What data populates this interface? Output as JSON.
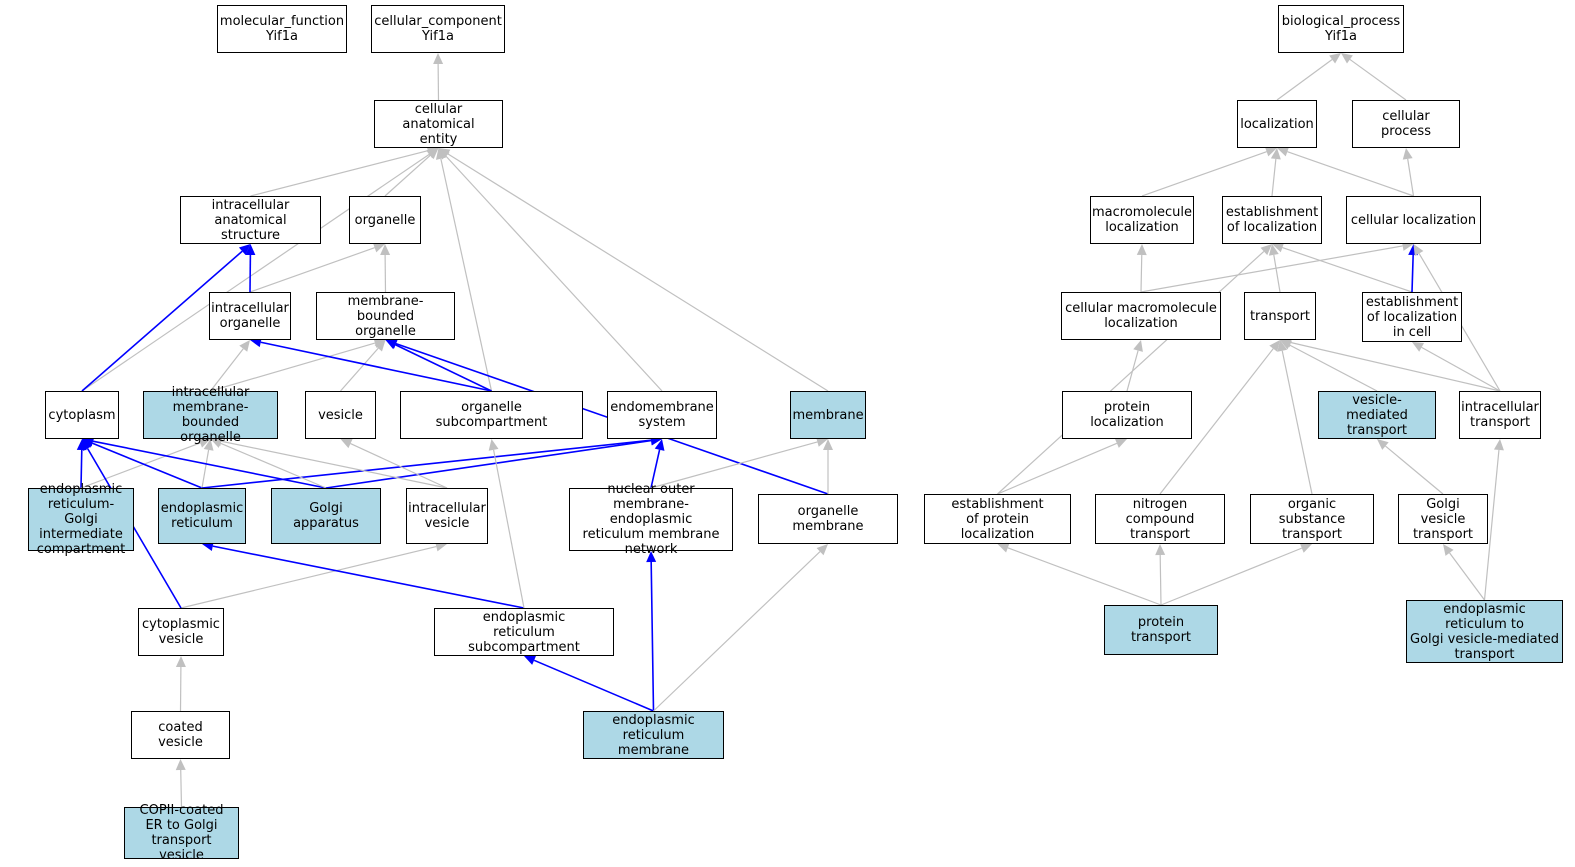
{
  "colors": {
    "highlight": "#add8e6",
    "default_edge": "#c0c0c0",
    "key_edge": "#0000ff",
    "node_border": "#000000"
  },
  "nodes": [
    {
      "id": "mf",
      "label": "molecular_function\nYif1a",
      "highlight": false
    },
    {
      "id": "cc",
      "label": "cellular_component\nYif1a",
      "highlight": false
    },
    {
      "id": "cae",
      "label": "cellular anatomical\nentity",
      "highlight": false
    },
    {
      "id": "ias",
      "label": "intracellular\nanatomical structure",
      "highlight": false
    },
    {
      "id": "org",
      "label": "organelle",
      "highlight": false
    },
    {
      "id": "io",
      "label": "intracellular\norganelle",
      "highlight": false
    },
    {
      "id": "mbo",
      "label": "membrane-bounded\norganelle",
      "highlight": false
    },
    {
      "id": "cyto",
      "label": "cytoplasm",
      "highlight": false
    },
    {
      "id": "imbo",
      "label": "intracellular\nmembrane-bounded\norganelle",
      "highlight": true
    },
    {
      "id": "ves",
      "label": "vesicle",
      "highlight": false
    },
    {
      "id": "osc",
      "label": "organelle subcompartment",
      "highlight": false
    },
    {
      "id": "ems",
      "label": "endomembrane\nsystem",
      "highlight": false
    },
    {
      "id": "mem",
      "label": "membrane",
      "highlight": true
    },
    {
      "id": "ergic",
      "label": "endoplasmic\nreticulum-Golgi\nintermediate\ncompartment",
      "highlight": true
    },
    {
      "id": "er",
      "label": "endoplasmic\nreticulum",
      "highlight": true
    },
    {
      "id": "golgi",
      "label": "Golgi apparatus",
      "highlight": true
    },
    {
      "id": "iv",
      "label": "intracellular\nvesicle",
      "highlight": false
    },
    {
      "id": "nomer",
      "label": "nuclear outer\nmembrane-endoplasmic\nreticulum membrane\nnetwork",
      "highlight": false
    },
    {
      "id": "om",
      "label": "organelle membrane",
      "highlight": false
    },
    {
      "id": "cv",
      "label": "cytoplasmic\nvesicle",
      "highlight": false
    },
    {
      "id": "ersc",
      "label": "endoplasmic\nreticulum subcompartment",
      "highlight": false
    },
    {
      "id": "coated",
      "label": "coated vesicle",
      "highlight": false
    },
    {
      "id": "erm",
      "label": "endoplasmic\nreticulum membrane",
      "highlight": true
    },
    {
      "id": "copii",
      "label": "COPII-coated\nER to Golgi\ntransport vesicle",
      "highlight": true
    },
    {
      "id": "bp",
      "label": "biological_process\nYif1a",
      "highlight": false
    },
    {
      "id": "loc",
      "label": "localization",
      "highlight": false
    },
    {
      "id": "cp",
      "label": "cellular process",
      "highlight": false
    },
    {
      "id": "ml",
      "label": "macromolecule\nlocalization",
      "highlight": false
    },
    {
      "id": "eol",
      "label": "establishment\nof localization",
      "highlight": false
    },
    {
      "id": "cl",
      "label": "cellular localization",
      "highlight": false
    },
    {
      "id": "cml",
      "label": "cellular macromolecule\nlocalization",
      "highlight": false
    },
    {
      "id": "tr",
      "label": "transport",
      "highlight": false
    },
    {
      "id": "eolc",
      "label": "establishment\nof localization\nin cell",
      "highlight": false
    },
    {
      "id": "pl",
      "label": "protein localization",
      "highlight": false
    },
    {
      "id": "vmt",
      "label": "vesicle-mediated\ntransport",
      "highlight": true
    },
    {
      "id": "it",
      "label": "intracellular\ntransport",
      "highlight": false
    },
    {
      "id": "epl",
      "label": "establishment\nof protein localization",
      "highlight": false
    },
    {
      "id": "nct",
      "label": "nitrogen compound\ntransport",
      "highlight": false
    },
    {
      "id": "ost",
      "label": "organic substance\ntransport",
      "highlight": false
    },
    {
      "id": "gvt",
      "label": "Golgi vesicle\ntransport",
      "highlight": false
    },
    {
      "id": "pt",
      "label": "protein transport",
      "highlight": true
    },
    {
      "id": "ergvt",
      "label": "endoplasmic\nreticulum to\nGolgi vesicle-mediated\ntransport",
      "highlight": true
    }
  ],
  "edges": [
    {
      "from": "cae",
      "to": "cc",
      "kind": "is_a"
    },
    {
      "from": "ias",
      "to": "cae",
      "kind": "is_a"
    },
    {
      "from": "org",
      "to": "cae",
      "kind": "is_a"
    },
    {
      "from": "osc",
      "to": "cae",
      "kind": "is_a"
    },
    {
      "from": "ems",
      "to": "cae",
      "kind": "is_a"
    },
    {
      "from": "mem",
      "to": "cae",
      "kind": "is_a"
    },
    {
      "from": "cyto",
      "to": "cae",
      "kind": "is_a"
    },
    {
      "from": "io",
      "to": "org",
      "kind": "is_a"
    },
    {
      "from": "mbo",
      "to": "org",
      "kind": "is_a"
    },
    {
      "from": "io",
      "to": "ias",
      "kind": "part_of"
    },
    {
      "from": "cyto",
      "to": "ias",
      "kind": "part_of"
    },
    {
      "from": "imbo",
      "to": "io",
      "kind": "is_a"
    },
    {
      "from": "imbo",
      "to": "mbo",
      "kind": "is_a"
    },
    {
      "from": "ves",
      "to": "mbo",
      "kind": "is_a"
    },
    {
      "from": "osc",
      "to": "io",
      "kind": "part_of"
    },
    {
      "from": "osc",
      "to": "mbo",
      "kind": "part_of"
    },
    {
      "from": "om",
      "to": "mbo",
      "kind": "part_of"
    },
    {
      "from": "ergic",
      "to": "cyto",
      "kind": "part_of"
    },
    {
      "from": "ergic",
      "to": "imbo",
      "kind": "is_a"
    },
    {
      "from": "er",
      "to": "cyto",
      "kind": "part_of"
    },
    {
      "from": "er",
      "to": "imbo",
      "kind": "is_a"
    },
    {
      "from": "er",
      "to": "ems",
      "kind": "part_of"
    },
    {
      "from": "golgi",
      "to": "cyto",
      "kind": "part_of"
    },
    {
      "from": "golgi",
      "to": "imbo",
      "kind": "is_a"
    },
    {
      "from": "golgi",
      "to": "ems",
      "kind": "part_of"
    },
    {
      "from": "iv",
      "to": "imbo",
      "kind": "is_a"
    },
    {
      "from": "iv",
      "to": "ves",
      "kind": "is_a"
    },
    {
      "from": "nomer",
      "to": "ems",
      "kind": "part_of"
    },
    {
      "from": "nomer",
      "to": "mem",
      "kind": "is_a"
    },
    {
      "from": "om",
      "to": "mem",
      "kind": "is_a"
    },
    {
      "from": "cv",
      "to": "iv",
      "kind": "is_a"
    },
    {
      "from": "cv",
      "to": "cyto",
      "kind": "part_of"
    },
    {
      "from": "ersc",
      "to": "er",
      "kind": "part_of"
    },
    {
      "from": "ersc",
      "to": "osc",
      "kind": "is_a"
    },
    {
      "from": "coated",
      "to": "cv",
      "kind": "is_a"
    },
    {
      "from": "erm",
      "to": "ersc",
      "kind": "part_of"
    },
    {
      "from": "erm",
      "to": "nomer",
      "kind": "part_of"
    },
    {
      "from": "erm",
      "to": "om",
      "kind": "is_a"
    },
    {
      "from": "copii",
      "to": "coated",
      "kind": "is_a"
    },
    {
      "from": "loc",
      "to": "bp",
      "kind": "is_a"
    },
    {
      "from": "cp",
      "to": "bp",
      "kind": "is_a"
    },
    {
      "from": "ml",
      "to": "loc",
      "kind": "is_a"
    },
    {
      "from": "eol",
      "to": "loc",
      "kind": "is_a"
    },
    {
      "from": "cl",
      "to": "loc",
      "kind": "is_a"
    },
    {
      "from": "cl",
      "to": "cp",
      "kind": "is_a"
    },
    {
      "from": "cml",
      "to": "ml",
      "kind": "is_a"
    },
    {
      "from": "cml",
      "to": "cl",
      "kind": "is_a"
    },
    {
      "from": "tr",
      "to": "eol",
      "kind": "is_a"
    },
    {
      "from": "eolc",
      "to": "eol",
      "kind": "is_a"
    },
    {
      "from": "eolc",
      "to": "cl",
      "kind": "part_of"
    },
    {
      "from": "pl",
      "to": "cml",
      "kind": "is_a"
    },
    {
      "from": "vmt",
      "to": "tr",
      "kind": "is_a"
    },
    {
      "from": "it",
      "to": "tr",
      "kind": "is_a"
    },
    {
      "from": "it",
      "to": "eolc",
      "kind": "is_a"
    },
    {
      "from": "it",
      "to": "cl",
      "kind": "is_a"
    },
    {
      "from": "epl",
      "to": "pl",
      "kind": "is_a"
    },
    {
      "from": "epl",
      "to": "eol",
      "kind": "is_a"
    },
    {
      "from": "nct",
      "to": "tr",
      "kind": "is_a"
    },
    {
      "from": "ost",
      "to": "tr",
      "kind": "is_a"
    },
    {
      "from": "gvt",
      "to": "vmt",
      "kind": "is_a"
    },
    {
      "from": "pt",
      "to": "epl",
      "kind": "is_a"
    },
    {
      "from": "pt",
      "to": "nct",
      "kind": "is_a"
    },
    {
      "from": "pt",
      "to": "ost",
      "kind": "is_a"
    },
    {
      "from": "ergvt",
      "to": "gvt",
      "kind": "is_a"
    },
    {
      "from": "ergvt",
      "to": "it",
      "kind": "is_a"
    }
  ]
}
